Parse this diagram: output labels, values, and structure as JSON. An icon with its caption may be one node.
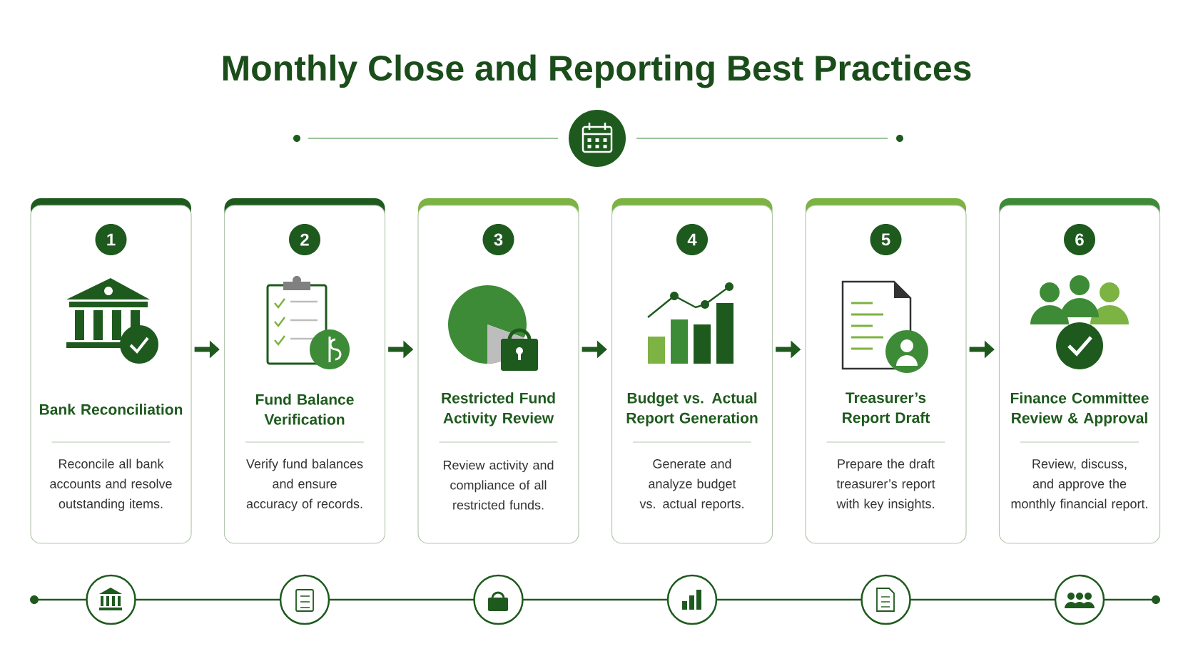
{
  "diagram": {
    "title": "Monthly Close and Reporting Best Practices",
    "nodes": [
      {
        "text": [
          "1",
          "Bank Reconciliation",
          "Reconcile all bank accounts and resolve outstanding items."
        ]
      },
      {
        "text": [
          "2",
          "Fund Balance Verification",
          "Verify fund balances and ensure accuracy of records."
        ]
      },
      {
        "text": [
          "3",
          "Restricted Fund Activity Review",
          "Review activity and compliance of all restricted funds."
        ]
      },
      {
        "text": [
          "4",
          "Budget vs. Actual Report Generation",
          "Generate and analyze budget vs. actual reports."
        ]
      },
      {
        "text": [
          "5",
          "Treasurer’s Report Draft",
          "Prepare the draft treasurer’s report with key insights."
        ]
      },
      {
        "text": [
          "6",
          "Finance Committee Review & Approval",
          "Review, discuss, and approve the monthly financial report."
        ]
      }
    ],
    "edges": [
      {
        "from": 0,
        "to": 1,
        "arrow": "to"
      },
      {
        "from": 1,
        "to": 2,
        "arrow": "to"
      },
      {
        "from": 2,
        "to": 3,
        "arrow": "to"
      },
      {
        "from": 3,
        "to": 4,
        "arrow": "to"
      },
      {
        "from": 4,
        "to": 5,
        "arrow": "to"
      }
    ]
  }
}
